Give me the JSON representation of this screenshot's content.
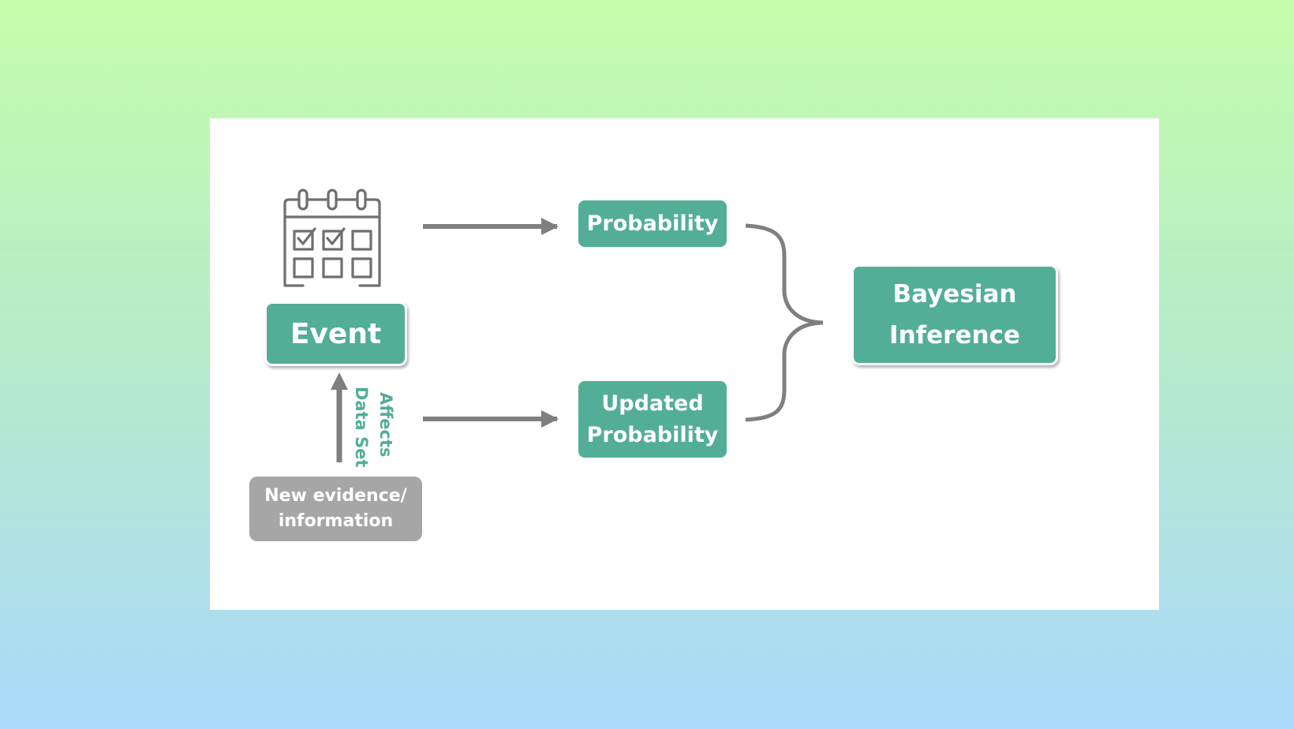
{
  "diagram": {
    "event_label": "Event",
    "probability_label": "Probability",
    "updated_probability_lines": [
      "Updated",
      "Probability"
    ],
    "bayesian_inference_lines": [
      "Bayesian",
      "Inference"
    ],
    "new_evidence_lines": [
      "New evidence/",
      "information"
    ],
    "arrow_label_lines": [
      "Data Set",
      "Affects"
    ]
  },
  "icons": {
    "event_icon": "calendar-check-icon"
  },
  "colors": {
    "background_top": "#c6fdab",
    "background_bottom": "#aad9fb",
    "card": "#ffffff",
    "teal": "#53ae98",
    "grey_box": "#a6a6a6",
    "arrow": "#7f7f7f",
    "icon_stroke": "#6f6f6f"
  }
}
